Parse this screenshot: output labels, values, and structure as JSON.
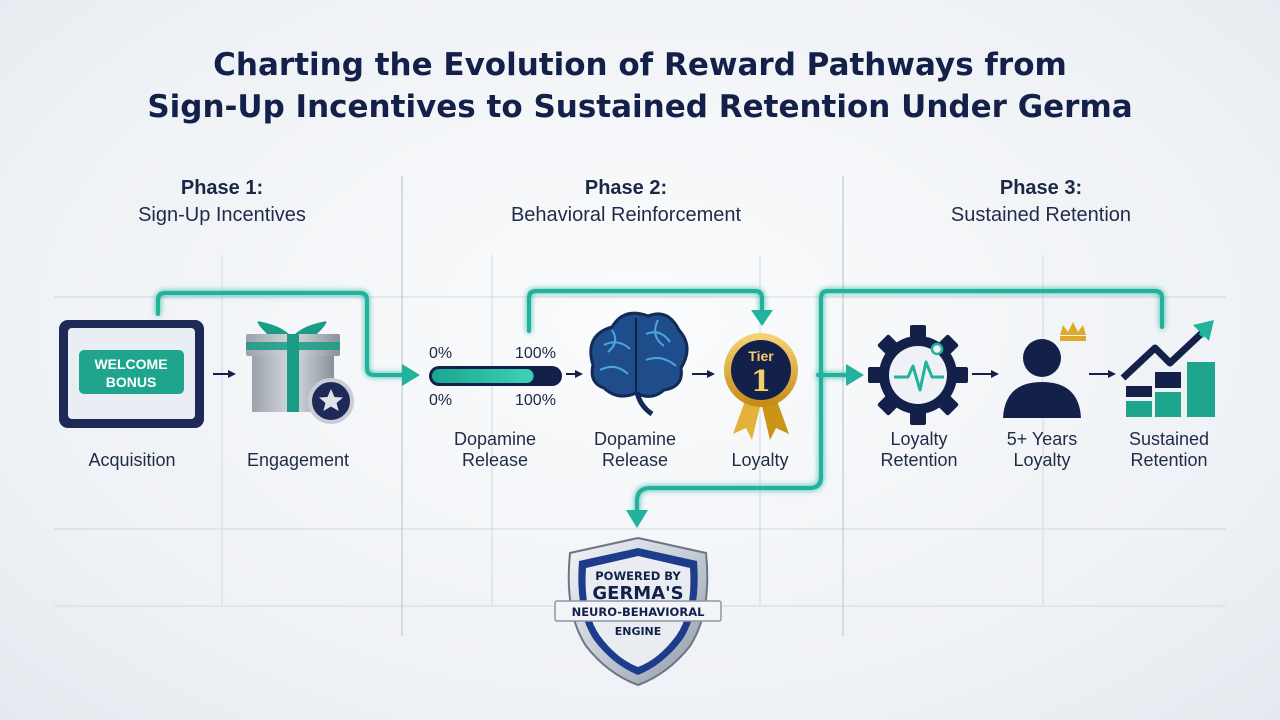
{
  "title_line1": "Charting the Evolution of Reward Pathways from",
  "title_line2": "Sign-Up Incentives to Sustained Retention Under Germa",
  "phases": [
    {
      "num": "Phase 1:",
      "name": "Sign-Up Incentives"
    },
    {
      "num": "Phase 2:",
      "name": "Behavioral Reinforcement"
    },
    {
      "num": "Phase 3:",
      "name": "Sustained Retention"
    }
  ],
  "welcome_line1": "WELCOME",
  "welcome_line2": "BONUS",
  "progress": {
    "top_left": "0%",
    "top_right": "100%",
    "bottom_left": "0%",
    "bottom_right": "100%",
    "fill_fraction": 0.8
  },
  "tier": {
    "word": "Tier",
    "number": "1"
  },
  "steps": [
    {
      "line1": "Acquisition",
      "line2": ""
    },
    {
      "line1": "Engagement",
      "line2": ""
    },
    {
      "line1": "Dopamine",
      "line2": "Release"
    },
    {
      "line1": "Dopamine",
      "line2": "Release"
    },
    {
      "line1": "Loyalty",
      "line2": ""
    },
    {
      "line1": "Loyalty",
      "line2": "Retention"
    },
    {
      "line1": "5+ Years",
      "line2": "Loyalty"
    },
    {
      "line1": "Sustained",
      "line2": "Retention"
    }
  ],
  "badge": {
    "line1": "POWERED BY",
    "line2": "GERMA'S",
    "line3": "NEURO-BEHAVIORAL",
    "line4": "ENGINE"
  },
  "colors": {
    "teal": "#23b29b",
    "navy": "#13204a",
    "gold": "#d9a526",
    "grid": "#d3d8e0"
  },
  "icons": [
    "tablet-icon",
    "gift-icon",
    "progress-bar-icon",
    "brain-icon",
    "tier-medal-icon",
    "heartbeat-gear-icon",
    "person-crown-icon",
    "growth-chart-icon",
    "shield-badge-icon"
  ]
}
